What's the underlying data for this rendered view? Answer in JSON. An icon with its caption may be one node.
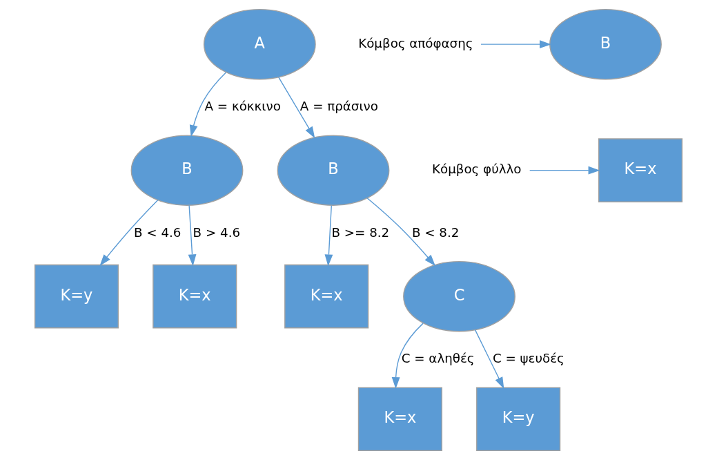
{
  "diagram": {
    "nodes": [
      {
        "text": [
          "A"
        ]
      },
      {
        "text": [
          "B"
        ]
      },
      {
        "text": [
          "B"
        ]
      },
      {
        "text": [
          "K=y"
        ]
      },
      {
        "text": [
          "K=x"
        ]
      },
      {
        "text": [
          "K=x"
        ]
      },
      {
        "text": [
          "C"
        ]
      },
      {
        "text": [
          "K=x"
        ]
      },
      {
        "text": [
          "K=y"
        ]
      },
      {
        "text": [
          "B"
        ]
      },
      {
        "text": [
          "Κόμβος απόφασης"
        ]
      },
      {
        "text": [
          "K=x"
        ]
      },
      {
        "text": [
          "Κόμβος φύλλο"
        ]
      }
    ],
    "edges": [
      {
        "from": 0,
        "to": 1,
        "arrow": "to",
        "label": "A = κόκκινο"
      },
      {
        "from": 0,
        "to": 2,
        "arrow": "to",
        "label": "A = πράσινο"
      },
      {
        "from": 1,
        "to": 3,
        "arrow": "to",
        "label": "B < 4.6"
      },
      {
        "from": 1,
        "to": 4,
        "arrow": "to",
        "label": "B > 4.6"
      },
      {
        "from": 2,
        "to": 5,
        "arrow": "to",
        "label": "B >= 8.2"
      },
      {
        "from": 2,
        "to": 6,
        "arrow": "to",
        "label": "B < 8.2"
      },
      {
        "from": 6,
        "to": 7,
        "arrow": "to",
        "label": "C = αληθές"
      },
      {
        "from": 6,
        "to": 8,
        "arrow": "to",
        "label": "C = ψευδές"
      },
      {
        "from": 10,
        "to": 9,
        "arrow": "to"
      },
      {
        "from": 12,
        "to": 11,
        "arrow": "to"
      }
    ]
  }
}
